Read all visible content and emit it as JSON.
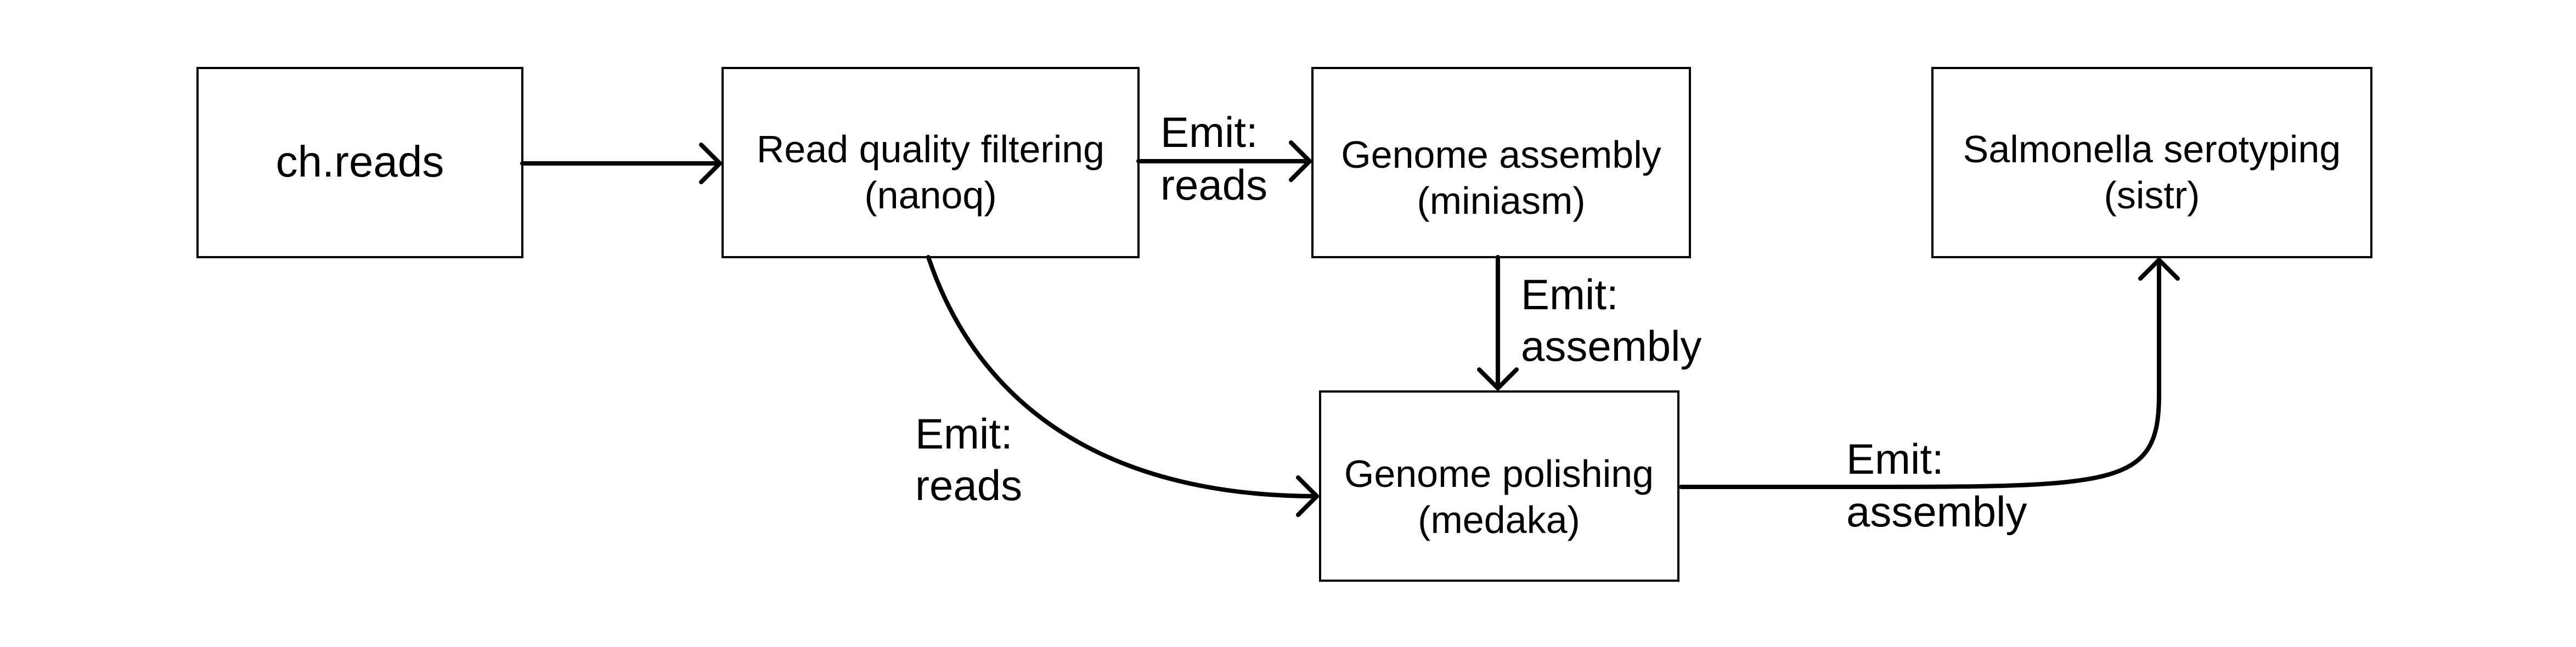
{
  "nodes": [
    {
      "id": "input",
      "lines": [
        "ch.reads"
      ]
    },
    {
      "id": "nanoq",
      "lines": [
        "Read quality filtering",
        "(nanoq)"
      ]
    },
    {
      "id": "miniasm",
      "lines": [
        "Genome assembly",
        "(miniasm)"
      ]
    },
    {
      "id": "sistr",
      "lines": [
        "Salmonella serotyping",
        "(sistr)"
      ]
    },
    {
      "id": "medaka",
      "lines": [
        "Genome polishing",
        "(medaka)"
      ]
    }
  ],
  "edges": [
    {
      "from": "input",
      "to": "nanoq",
      "label": []
    },
    {
      "from": "nanoq",
      "to": "miniasm",
      "label": [
        "Emit:",
        "reads"
      ]
    },
    {
      "from": "miniasm",
      "to": "medaka",
      "label": [
        "Emit:",
        "assembly"
      ]
    },
    {
      "from": "nanoq",
      "to": "medaka",
      "label": [
        "Emit:",
        "reads"
      ]
    },
    {
      "from": "medaka",
      "to": "sistr",
      "label": [
        "Emit:",
        "assembly"
      ]
    }
  ],
  "colors": {
    "stroke": "#000000",
    "background": "#ffffff",
    "text": "#000000"
  }
}
